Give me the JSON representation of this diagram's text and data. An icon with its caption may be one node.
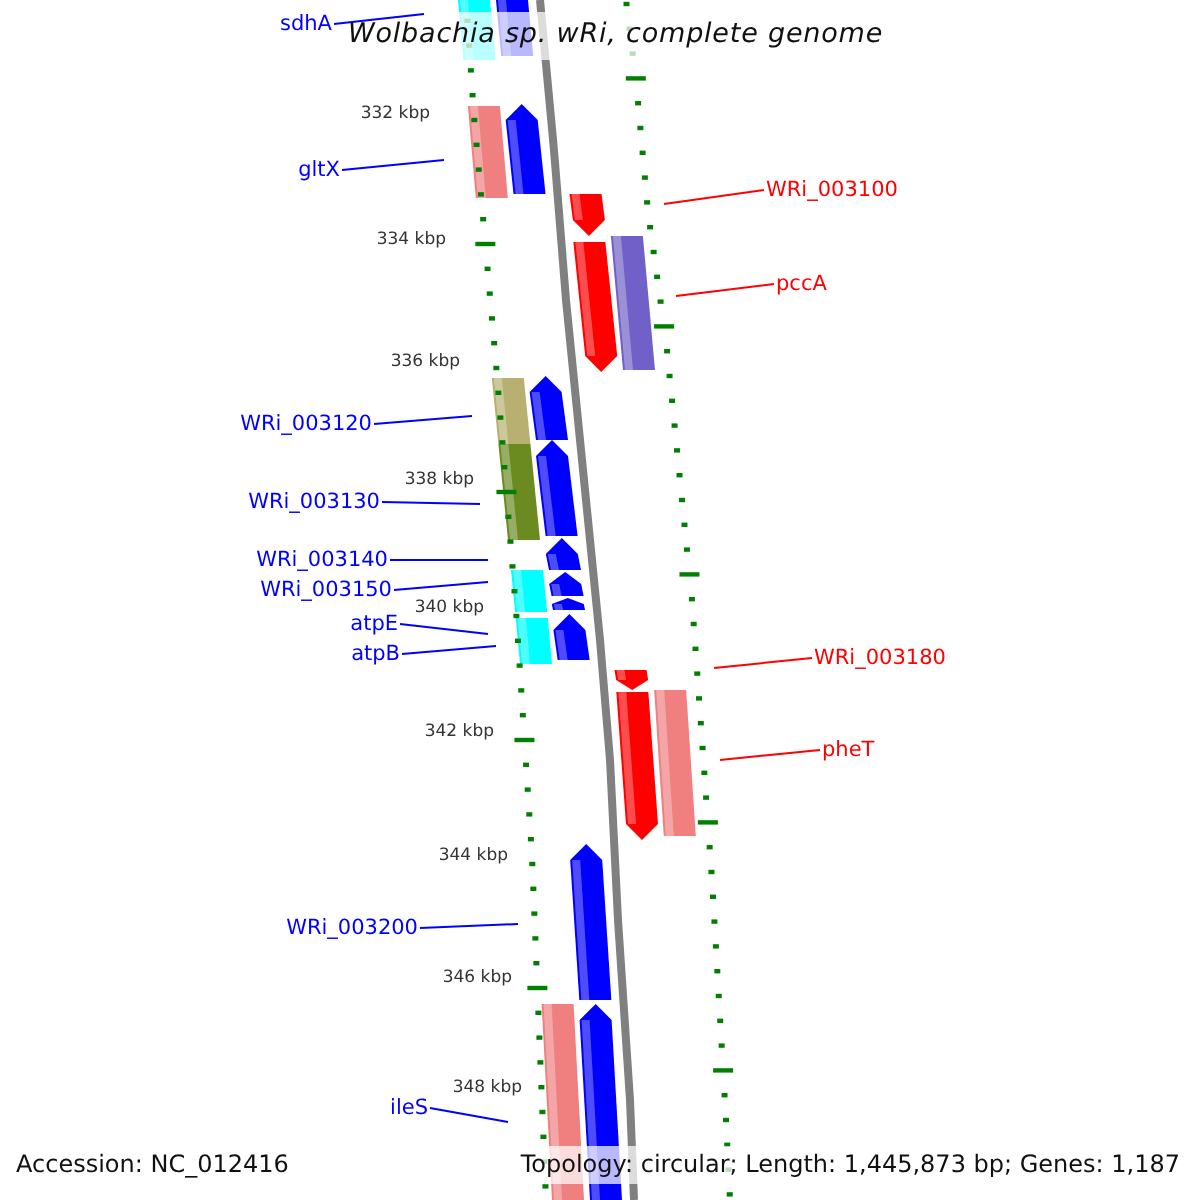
{
  "diagram": {
    "title": "Wolbachia sp. wRi, complete genome",
    "nodes": [
      {
        "text": [
          "sdhA"
        ]
      },
      {
        "text": [
          "gltX"
        ]
      },
      {
        "text": [
          "WRi_003100"
        ]
      },
      {
        "text": [
          "pccA"
        ]
      },
      {
        "text": [
          "WRi_003120"
        ]
      },
      {
        "text": [
          "WRi_003130"
        ]
      },
      {
        "text": [
          "WRi_003140"
        ]
      },
      {
        "text": [
          "WRi_003150"
        ]
      },
      {
        "text": [
          "atpE"
        ]
      },
      {
        "text": [
          "atpB"
        ]
      },
      {
        "text": [
          "WRi_003180"
        ]
      },
      {
        "text": [
          "pheT"
        ]
      },
      {
        "text": [
          "WRi_003200"
        ]
      },
      {
        "text": [
          "ileS"
        ]
      }
    ],
    "edges": [
      {
        "from": 0,
        "to": null,
        "arrow": "none"
      },
      {
        "from": 1,
        "to": null,
        "arrow": "none"
      },
      {
        "from": 2,
        "to": null,
        "arrow": "none",
        "color": "#ff0000"
      },
      {
        "from": 3,
        "to": null,
        "arrow": "none",
        "color": "#ff0000"
      },
      {
        "from": 4,
        "to": null,
        "arrow": "none"
      },
      {
        "from": 5,
        "to": null,
        "arrow": "none"
      },
      {
        "from": 6,
        "to": null,
        "arrow": "none"
      },
      {
        "from": 7,
        "to": null,
        "arrow": "none"
      },
      {
        "from": 8,
        "to": null,
        "arrow": "none"
      },
      {
        "from": 9,
        "to": null,
        "arrow": "none"
      },
      {
        "from": 10,
        "to": null,
        "arrow": "none",
        "color": "#ff0000"
      },
      {
        "from": 11,
        "to": null,
        "arrow": "none",
        "color": "#ff0000"
      },
      {
        "from": 12,
        "to": null,
        "arrow": "none"
      },
      {
        "from": 13,
        "to": null,
        "arrow": "none"
      }
    ],
    "labels": [
      "332 kbp",
      "334 kbp",
      "336 kbp",
      "338 kbp",
      "340 kbp",
      "342 kbp",
      "344 kbp",
      "346 kbp",
      "348 kbp",
      "Accession: NC_012416",
      "Topology: circular; Length: 1,445,873 bp; Genes: 1,187"
    ]
  }
}
